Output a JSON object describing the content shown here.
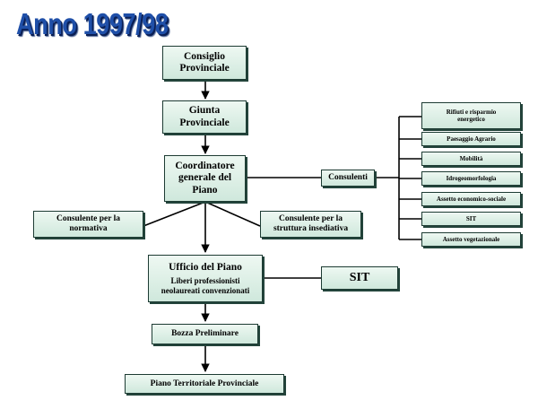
{
  "title": "Anno 1997/98",
  "nodes": {
    "consiglio": "Consiglio\nProvinciale",
    "giunta": "Giunta\nProvinciale",
    "coordinatore": "Coordinatore\ngenerale del\nPiano",
    "consulenti": "Consulenti",
    "normativa": "Consulente per la\nnormativa",
    "struttura": "Consulente per la\nstruttura insediativa",
    "ufficio": "Ufficio del Piano",
    "ufficio_sub": "Liberi professionisti\nneolaureati convenzionati",
    "sit_main": "SIT",
    "bozza": "Bozza Preliminare",
    "piano": "Piano Territoriale Provinciale"
  },
  "topics": [
    "Rifiuti e risparmio\nenergetico",
    "Paesaggio Agrario",
    "Mobilità",
    "Idrogeomorfologia",
    "Assetto economico-sociale",
    "SIT",
    "Assetto vegetazionale"
  ]
}
